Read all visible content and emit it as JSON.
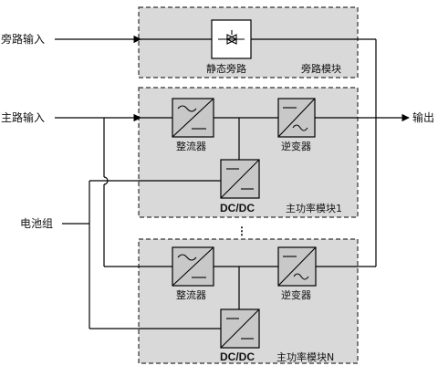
{
  "labels": {
    "bypass_input": "旁路输入",
    "main_input": "主路输入",
    "output": "输出",
    "battery": "电池组",
    "static_bypass": "静态旁路",
    "bypass_module": "旁路模块",
    "rectifier_1": "整流器",
    "inverter_1": "逆变器",
    "dcdc_1": "DC/DC",
    "power_module_1": "主功率模块1",
    "ellipsis": "⋮",
    "rectifier_n": "整流器",
    "inverter_n": "逆变器",
    "dcdc_n": "DC/DC",
    "power_module_n": "主功率模块N"
  }
}
